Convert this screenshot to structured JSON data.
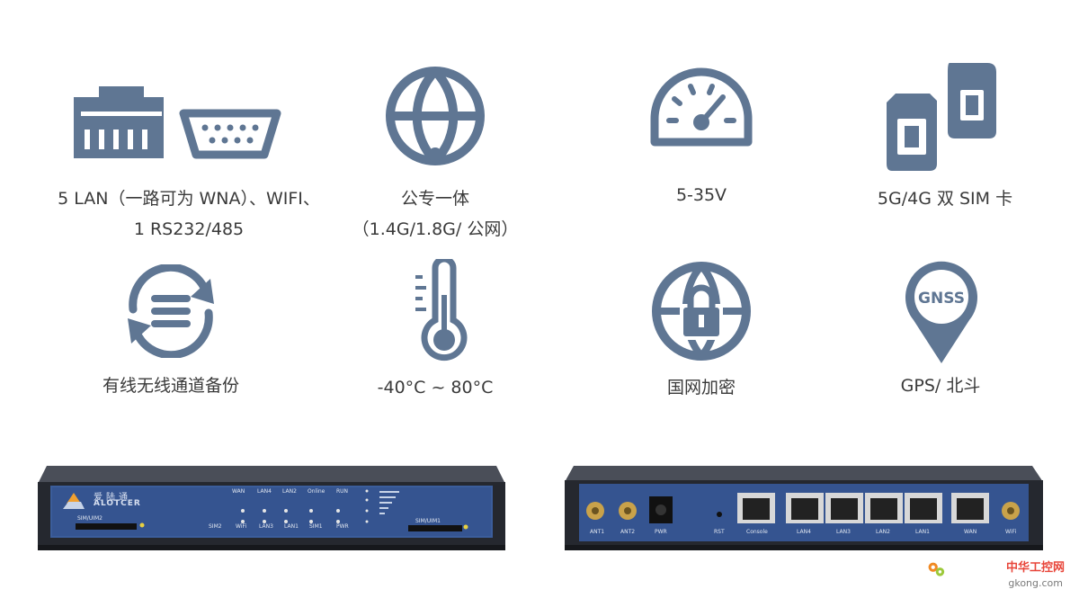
{
  "colors": {
    "icon": "#5f7693",
    "text": "#3a3a3a",
    "device_body": "#2a2f3a",
    "panel": "#3b5d9b"
  },
  "features": [
    {
      "icons": [
        "rj45-port-icon",
        "serial-port-icon"
      ],
      "line1": "5 LAN（一路可为 WNA）、WIFI、",
      "line2": "1 RS232/485"
    },
    {
      "icons": [
        "globe-icon"
      ],
      "line1": "公专一体",
      "line2": "（1.4G/1.8G/ 公网）"
    },
    {
      "icons": [
        "speedometer-icon"
      ],
      "line1": "5-35V",
      "line2": ""
    },
    {
      "icons": [
        "sim-card-icon"
      ],
      "line1": "5G/4G 双 SIM 卡",
      "line2": ""
    },
    {
      "icons": [
        "sync-backup-icon"
      ],
      "line1": "有线无线通道备份",
      "line2": ""
    },
    {
      "icons": [
        "thermometer-icon"
      ],
      "line1": "-40°C ~ 80°C",
      "line2": ""
    },
    {
      "icons": [
        "secure-globe-lock-icon"
      ],
      "line1": "国网加密",
      "line2": ""
    },
    {
      "icons": [
        "gnss-pin-icon"
      ],
      "line1": "GPS/ 北斗",
      "line2": ""
    }
  ],
  "front_panel": {
    "brand_cn": "爱陆通",
    "brand_en": "ALOTCER",
    "sim_left": "SIM/UIM2",
    "sim_right": "SIM/UIM1",
    "led_top": [
      "WAN",
      "LAN4",
      "LAN2",
      "Online",
      "RUN"
    ],
    "led_bottom": [
      "SIM2",
      "WiFi",
      "LAN3",
      "LAN1",
      "SIM1",
      "PWR"
    ]
  },
  "rear_panel": {
    "labels": [
      "ANT1",
      "ANT2",
      "PWR",
      "RST",
      "Console",
      "LAN4",
      "LAN3",
      "LAN2",
      "LAN1",
      "WAN",
      "WiFi"
    ]
  },
  "watermark": {
    "text": "中华工控网",
    "url": "gkong.com"
  }
}
